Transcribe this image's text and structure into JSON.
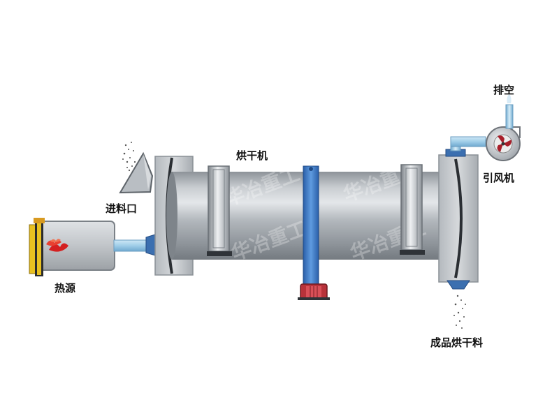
{
  "labels": {
    "dryer": "烘干机",
    "feed_inlet": "进料口",
    "heat_source": "热源",
    "exhaust": "排空",
    "induced_fan": "引风机",
    "product": "成品烘干料"
  },
  "watermark": "华冶重工",
  "colors": {
    "drum": "#9ea4aa",
    "drum_highlight": "#e2e5e8",
    "housing": "#c5c9cd",
    "blue_ring": "#3b78c4",
    "gear_red": "#b8323a",
    "pipe": "#a9d4ec",
    "flame": "#d42020",
    "burner_frame": "#e8c020"
  }
}
